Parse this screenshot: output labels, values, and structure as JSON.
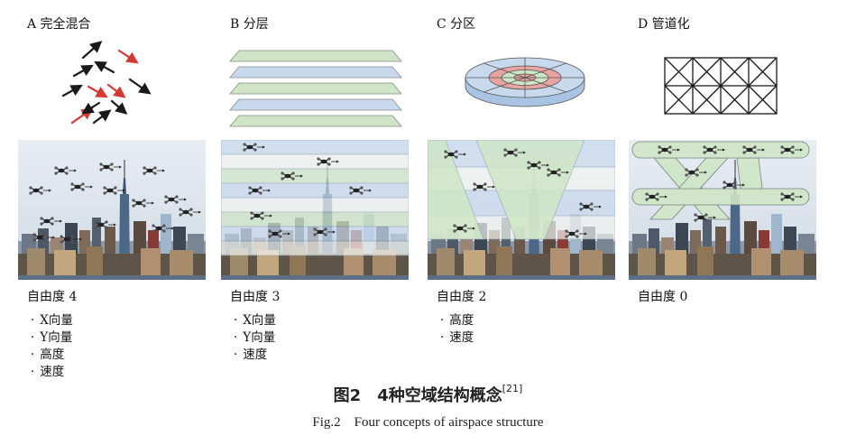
{
  "panels": [
    {
      "id": "A",
      "title": "A 完全混合",
      "dof": "自由度 4",
      "features": [
        "X向量",
        "Y向量",
        "高度",
        "速度"
      ]
    },
    {
      "id": "B",
      "title": "B 分层",
      "dof": "自由度 3",
      "features": [
        "X向量",
        "Y向量",
        "速度"
      ]
    },
    {
      "id": "C",
      "title": "C 分区",
      "dof": "自由度 2",
      "features": [
        "高度",
        "速度"
      ]
    },
    {
      "id": "D",
      "title": "D 管道化",
      "dof": "自由度 0",
      "features": []
    }
  ],
  "caption": {
    "cn": "图2　4种空域结构概念",
    "ref": "[21]",
    "en": "Fig.2　Four concepts of airspace structure"
  },
  "colors": {
    "green": "#cfe6c6",
    "blue": "#c8d9ee",
    "red": "#d23a32",
    "dark": "#1a1a1a"
  }
}
